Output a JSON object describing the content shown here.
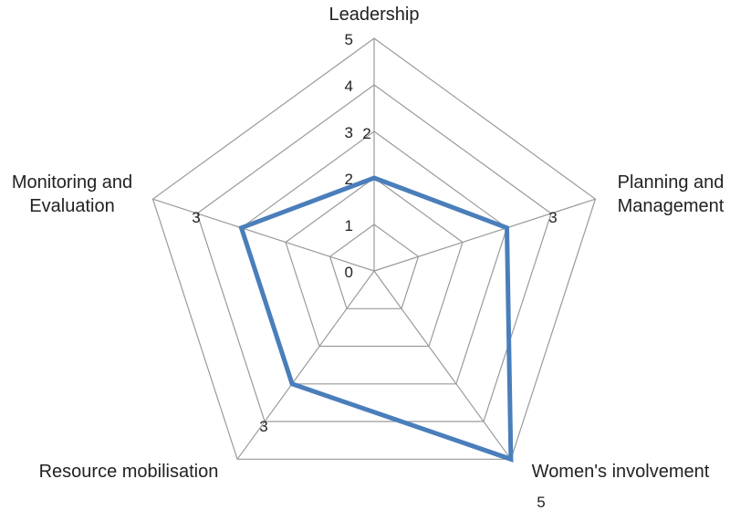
{
  "chart_data": {
    "type": "radar",
    "title": "",
    "axes": [
      "Leadership",
      "Planning and Management",
      "Women's involvement",
      "Resource mobilisation",
      "Monitoring and Evaluation"
    ],
    "axis_label_lines": [
      [
        "Leadership"
      ],
      [
        "Planning and",
        "Management"
      ],
      [
        "Women's involvement"
      ],
      [
        "Resource mobilisation"
      ],
      [
        "Monitoring and",
        "Evaluation"
      ]
    ],
    "rlim": [
      0,
      5
    ],
    "ticks": [
      "0",
      "1",
      "2",
      "3",
      "4",
      "5"
    ],
    "grid": true,
    "legend": "none",
    "series": [
      {
        "values": [
          2,
          3,
          5,
          3,
          3
        ],
        "color": "#4a7ebb"
      }
    ],
    "data_labels": [
      "2",
      "3",
      "5",
      "3",
      "3"
    ]
  }
}
